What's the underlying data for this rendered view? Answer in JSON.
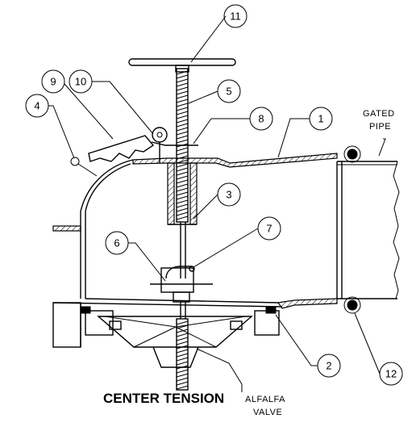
{
  "title": "CENTER TENSION",
  "labels": {
    "gated_pipe_line1": "GATED",
    "gated_pipe_line2": "PIPE",
    "alfalfa_line1": "ALFALFA",
    "alfalfa_line2": "VALVE"
  },
  "callouts": {
    "c1": "1",
    "c2": "2",
    "c3": "3",
    "c4": "4",
    "c5": "5",
    "c6": "6",
    "c7": "7",
    "c8": "8",
    "c9": "9",
    "c10": "10",
    "c11": "11",
    "c12": "12"
  }
}
